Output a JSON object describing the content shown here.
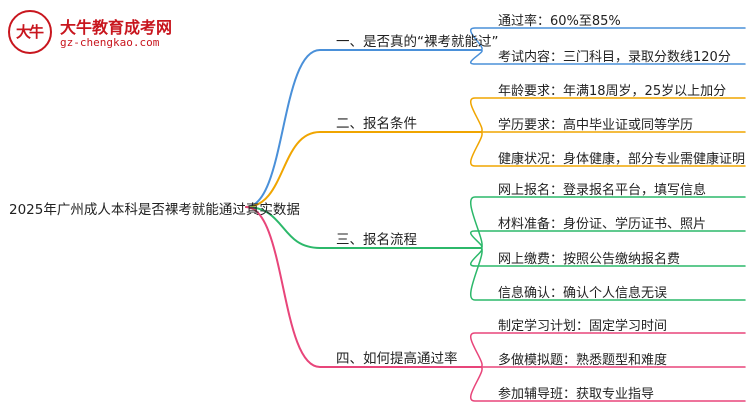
{
  "logo": {
    "title": "大牛教育成考网",
    "url": "gz-chengkao.com"
  },
  "root": "2025年广州成人本科是否裸考就能通过真实数据",
  "branches": [
    {
      "label": "一、是否真的“裸考就能过”",
      "color": "#4a90d9",
      "leaves": [
        "通过率：60%至85%",
        "考试内容：三门科目，录取分数线120分"
      ]
    },
    {
      "label": "二、报名条件",
      "color": "#f0a500",
      "leaves": [
        "年龄要求：年满18周岁，25岁以上加分",
        "学历要求：高中毕业证或同等学历",
        "健康状况：身体健康，部分专业需健康证明"
      ]
    },
    {
      "label": "三、报名流程",
      "color": "#2cb86a",
      "leaves": [
        "网上报名：登录报名平台，填写信息",
        "材料准备：身份证、学历证书、照片",
        "网上缴费：按照公告缴纳报名费",
        "信息确认：确认个人信息无误"
      ]
    },
    {
      "label": "四、如何提高通过率",
      "color": "#e8457a",
      "leaves": [
        "制定学习计划：固定学习时间",
        "多做模拟题：熟悉题型和难度",
        "参加辅导班：获取专业指导"
      ]
    }
  ]
}
